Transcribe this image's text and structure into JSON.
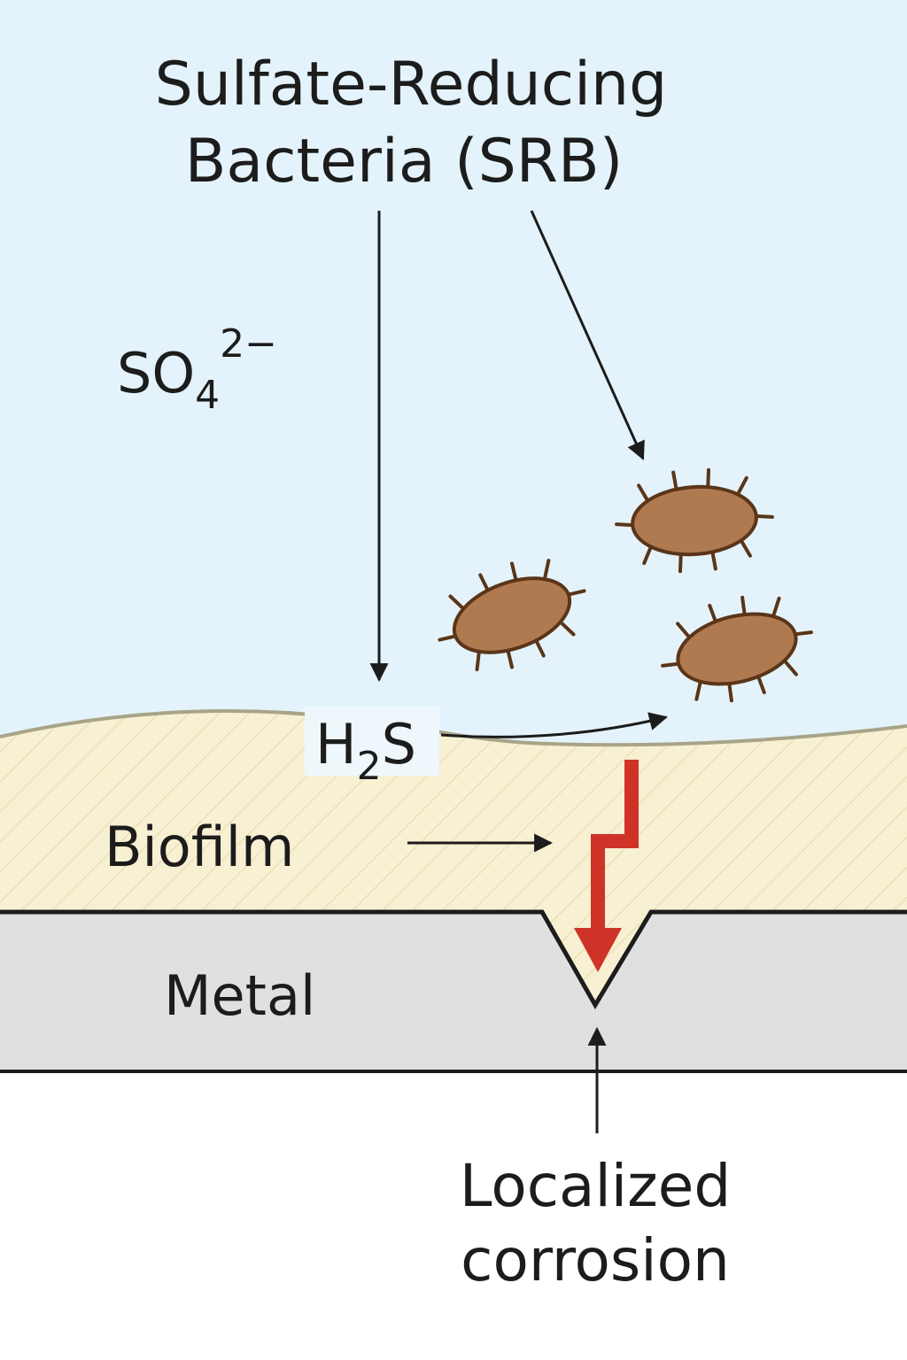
{
  "title": {
    "line1": "Sulfate-Reducing",
    "line2": "Bacteria (SRB)"
  },
  "sulfate": {
    "base": "SO",
    "subscript": "4",
    "superscript": "2−"
  },
  "hydrogen_sulfide": {
    "base": "H",
    "subscript": "2",
    "tail": "S"
  },
  "labels": {
    "biofilm": "Biofilm",
    "metal": "Metal",
    "corrosion_line1": "Localized",
    "corrosion_line2": "corrosion"
  },
  "colors": {
    "water": "#e4f3fb",
    "biofilm": "#f7f0d3",
    "biofilm_hatch": "#e6d9a8",
    "biofilm_edge": "#a8a488",
    "metal": "#e0e0e0",
    "bacteria_fill": "#b07a51",
    "bacteria_stroke": "#5a3518",
    "corrosion_arrow": "#cf3327",
    "line": "#1c1c1c"
  },
  "icons": [
    "bacterium-icon",
    "corrosion-lightning-arrow-icon",
    "corrosion-pit-icon"
  ]
}
